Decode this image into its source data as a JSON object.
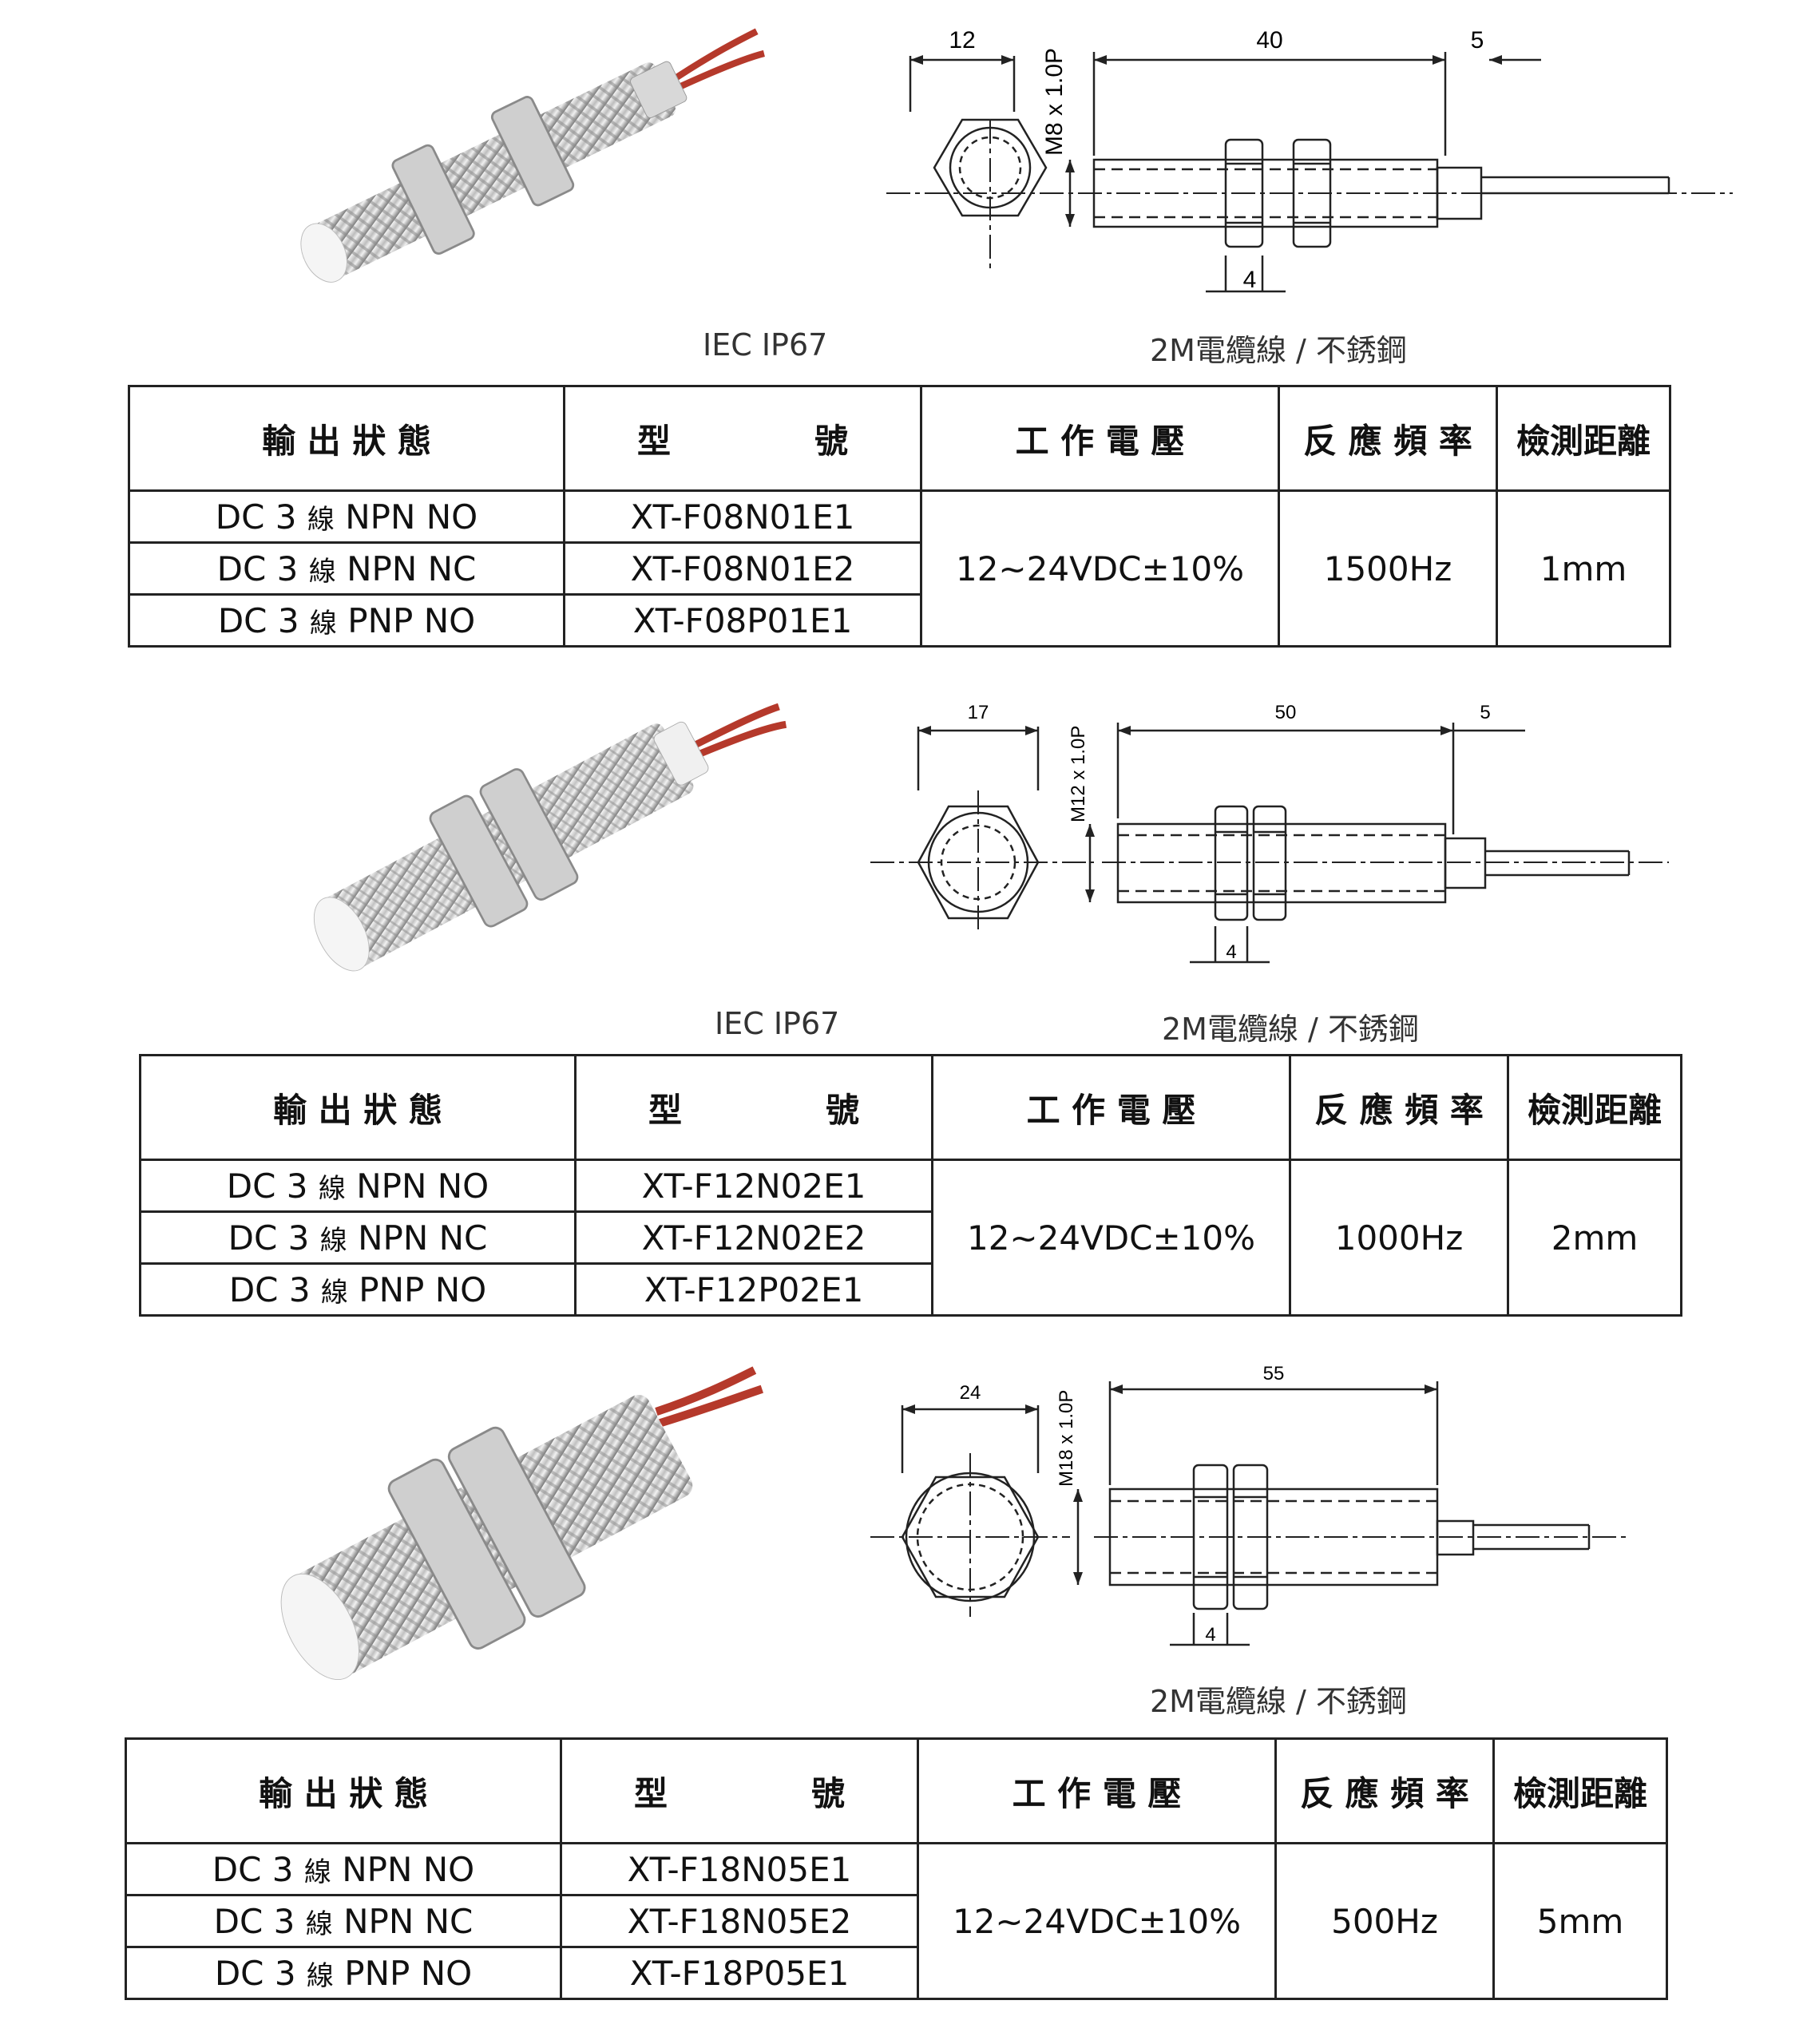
{
  "table_headers": {
    "output": "輸 出 狀 態",
    "model_left": "型",
    "model_right": "號",
    "voltage": "工 作 電 壓",
    "frequency": "反 應 頻 率",
    "distance": "檢測距離"
  },
  "products": [
    {
      "rating": "IEC IP67",
      "cable": "2M電纜線 / 不銹鋼",
      "dims": {
        "hex": "12",
        "thread": "M8 x 1.0P",
        "body": "40",
        "tail": "5",
        "nut": "4"
      },
      "rows": [
        {
          "output_prefix": "DC 3 ",
          "output_mid": "線",
          "output_suffix": " NPN NO",
          "model": "XT-F08N01E1"
        },
        {
          "output_prefix": "DC 3 ",
          "output_mid": "線",
          "output_suffix": " NPN NC",
          "model": "XT-F08N01E2"
        },
        {
          "output_prefix": "DC 3 ",
          "output_mid": "線",
          "output_suffix": " PNP NO",
          "model": "XT-F08P01E1"
        }
      ],
      "voltage": "12~24VDC±10%",
      "frequency": "1500Hz",
      "distance": "1mm"
    },
    {
      "rating": "IEC IP67",
      "cable": "2M電纜線 / 不銹鋼",
      "dims": {
        "hex": "17",
        "thread": "M12 x 1.0P",
        "body": "50",
        "tail": "5",
        "nut": "4"
      },
      "rows": [
        {
          "output_prefix": "DC 3 ",
          "output_mid": "線",
          "output_suffix": " NPN NO",
          "model": "XT-F12N02E1"
        },
        {
          "output_prefix": "DC 3 ",
          "output_mid": "線",
          "output_suffix": " NPN NC",
          "model": "XT-F12N02E2"
        },
        {
          "output_prefix": "DC 3 ",
          "output_mid": "線",
          "output_suffix": " PNP NO",
          "model": "XT-F12P02E1"
        }
      ],
      "voltage": "12~24VDC±10%",
      "frequency": "1000Hz",
      "distance": "2mm"
    },
    {
      "rating": "",
      "cable": "2M電纜線 / 不銹鋼",
      "dims": {
        "hex": "24",
        "thread": "M18 x 1.0P",
        "body": "55",
        "tail": "",
        "nut": "4"
      },
      "rows": [
        {
          "output_prefix": "DC 3 ",
          "output_mid": "線",
          "output_suffix": " NPN NO",
          "model": "XT-F18N05E1"
        },
        {
          "output_prefix": "DC 3 ",
          "output_mid": "線",
          "output_suffix": " NPN NC",
          "model": "XT-F18N05E2"
        },
        {
          "output_prefix": "DC 3 ",
          "output_mid": "線",
          "output_suffix": " PNP NO",
          "model": "XT-F18P05E1"
        }
      ],
      "voltage": "12~24VDC±10%",
      "frequency": "500Hz",
      "distance": "5mm"
    }
  ],
  "colors": {
    "cable": "#b5392b",
    "metal_light": "#e8e8e8",
    "metal_dark": "#8a8a8a",
    "line": "#222222"
  }
}
